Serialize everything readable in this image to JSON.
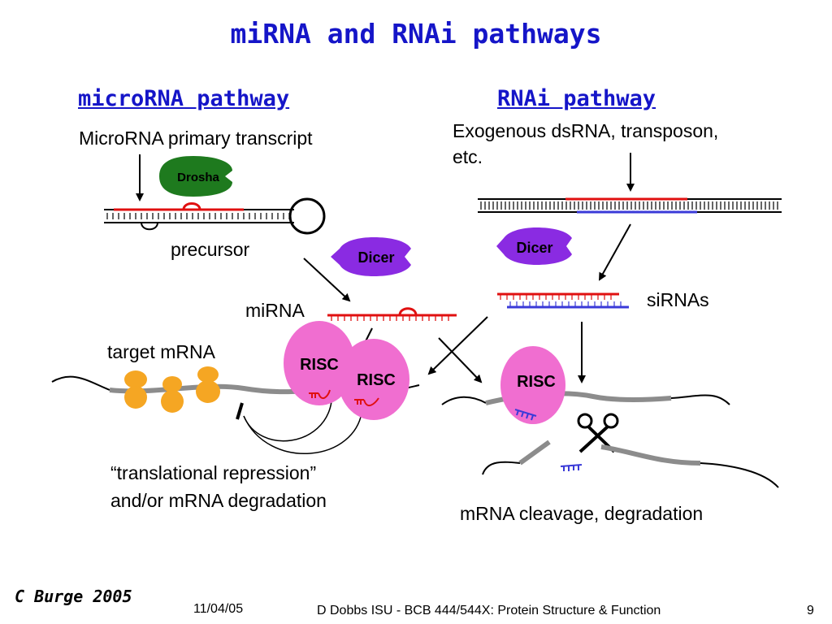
{
  "title": "miRNA and RNAi pathways",
  "mirna_pathway": {
    "heading": "microRNA pathway",
    "primary_transcript": "MicroRNA primary transcript",
    "drosha": "Drosha",
    "precursor": "precursor",
    "dicer": "Dicer",
    "mirna": "miRNA",
    "target_mrna": "target mRNA",
    "risc_1": "RISC",
    "risc_2": "RISC",
    "outcome_line1": "“translational repression”",
    "outcome_line2": "and/or mRNA degradation"
  },
  "rnai_pathway": {
    "heading": "RNAi pathway",
    "source_line1": "Exogenous dsRNA, transposon,",
    "source_line2": "etc.",
    "dicer": "Dicer",
    "sirnas": "siRNAs",
    "risc": "RISC",
    "outcome": "mRNA cleavage, degradation"
  },
  "footer": {
    "credit": "C Burge 2005",
    "date": "11/04/05",
    "course": "D Dobbs ISU - BCB 444/544X: Protein Structure & Function",
    "page": "9"
  },
  "colors": {
    "title": "#1515c8",
    "drosha": "#1e7a1e",
    "dicer": "#8a2be2",
    "risc": "#f06ed0",
    "ribosome": "#f5a623",
    "strand_red": "#e01010",
    "strand_blue": "#3a3ad8",
    "mrna_gray": "#8c8c8c"
  }
}
